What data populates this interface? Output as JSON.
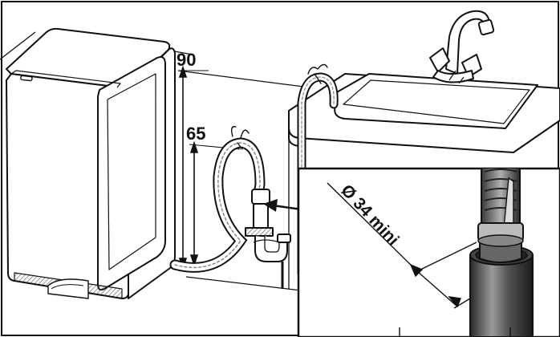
{
  "labels": {
    "height_max": "90",
    "height_min": "65",
    "diameter": "Ø 34 mini"
  },
  "colors": {
    "ink": "#111111",
    "paper": "#ffffff",
    "shade": "#8a8a8a",
    "dark_shade": "#4a4a4a"
  }
}
